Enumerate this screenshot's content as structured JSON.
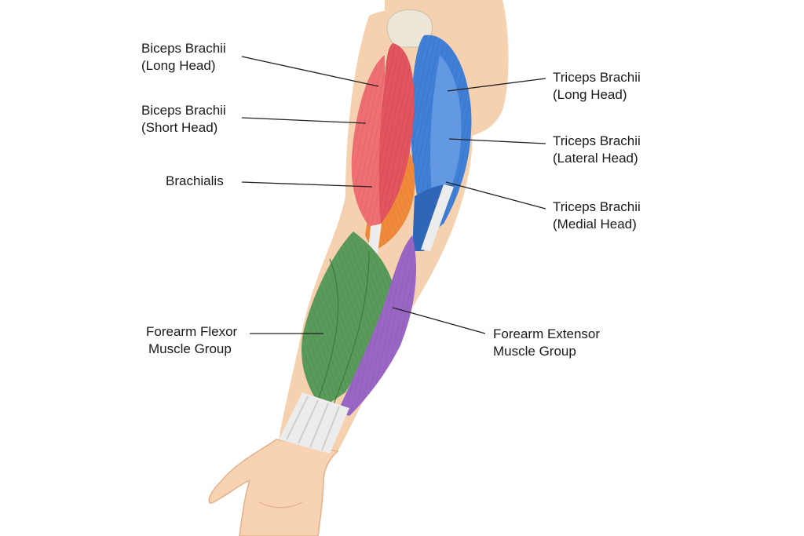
{
  "colors": {
    "skin": "#f6d1b0",
    "skin_shadow": "#e9b690",
    "biceps_long": "#e2545e",
    "biceps_short": "#ef6f73",
    "brachialis": "#f08a3a",
    "triceps": "#3f7fd6",
    "triceps_light": "#6fa2e6",
    "flexor": "#5a9a5a",
    "extensor": "#9a66c6",
    "tendon": "#ececec",
    "leader": "#222222"
  },
  "labels": {
    "biceps_long": {
      "line1": "Biceps Brachii",
      "line2": "(Long Head)"
    },
    "biceps_short": {
      "line1": "Biceps Brachii",
      "line2": "(Short Head)"
    },
    "brachialis": {
      "line1": "Brachialis"
    },
    "triceps_long": {
      "line1": "Triceps Brachii",
      "line2": "(Long Head)"
    },
    "triceps_lateral": {
      "line1": "Triceps Brachii",
      "line2": "(Lateral Head)"
    },
    "triceps_medial": {
      "line1": "Triceps Brachii",
      "line2": "(Medial Head)"
    },
    "forearm_flexor": {
      "line1": "Forearm Flexor",
      "line2": "Muscle Group"
    },
    "forearm_extensor": {
      "line1": "Forearm Extensor",
      "line2": "Muscle Group"
    }
  }
}
